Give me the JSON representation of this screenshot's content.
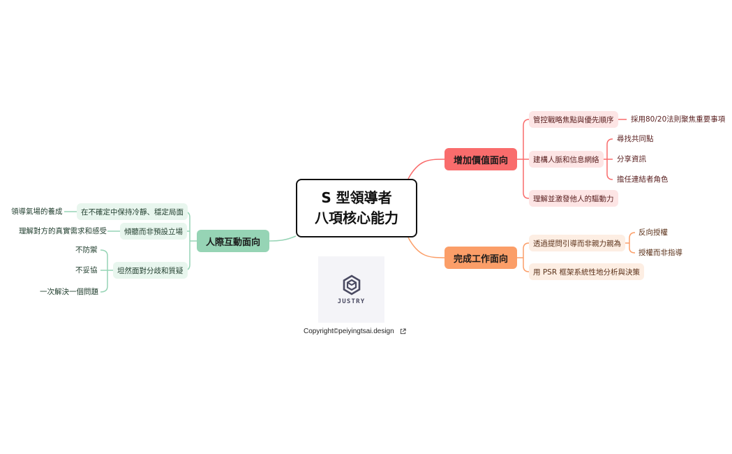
{
  "root": {
    "line1": "S 型領導者",
    "line2": "八項核心能力"
  },
  "branches": {
    "value": {
      "label": "增加價值面向",
      "color": "#f96c6c",
      "children": [
        {
          "label": "管控戰略焦點與優先順序",
          "leaves": [
            "採用80/20法則聚焦重要事項"
          ]
        },
        {
          "label": "建構人脈和信息網絡",
          "leaves": [
            "尋找共同點",
            "分享資訊",
            "擔任連結者角色"
          ]
        },
        {
          "label": "理解並激發他人的驅動力",
          "leaves": []
        }
      ]
    },
    "work": {
      "label": "完成工作面向",
      "color": "#fb9e68",
      "children": [
        {
          "label": "透過提問引導而非親力親為",
          "leaves": [
            "反向授權",
            "授權而非指導"
          ]
        },
        {
          "label": "用 PSR 框架系統性地分析與決策",
          "leaves": []
        }
      ]
    },
    "people": {
      "label": "人際互動面向",
      "color": "#96d4b5",
      "children": [
        {
          "label": "在不確定中保持冷靜、穩定局面",
          "leaves": [
            "領導氣場的養成"
          ]
        },
        {
          "label": "傾聽而非預設立場",
          "leaves": [
            "理解對方的真實需求和感受"
          ]
        },
        {
          "label": "坦然面對分歧和質疑",
          "leaves": [
            "不防禦",
            "不妥協",
            "一次解決一個問題"
          ]
        }
      ]
    }
  },
  "logo": {
    "name": "JUSTRY",
    "icon": "hexagon-cube-icon"
  },
  "copyright": {
    "text": "Copyright©peiyingtsai.design",
    "icon": "external-link-icon"
  }
}
